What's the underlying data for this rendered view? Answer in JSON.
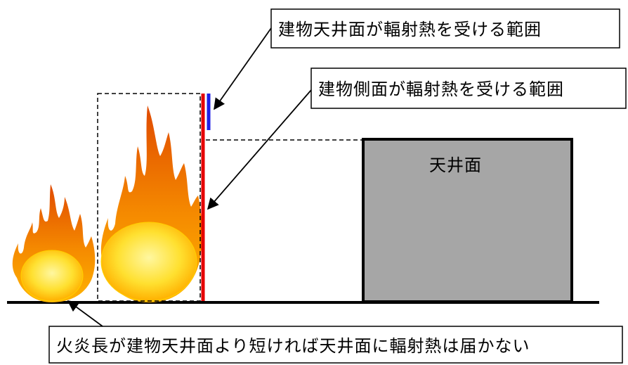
{
  "labels": {
    "ceiling_range": "建物天井面が輻射熱を受ける範囲",
    "side_range": "建物側面が輻射熱を受ける範囲",
    "ceiling_surface": "天井面",
    "note": "火炎長が建物天井面より短ければ天井面に輻射熱は届かない"
  },
  "colors": {
    "ceiling_range_bar": "#1f1fe6",
    "side_range_bar": "#e60000",
    "building_fill": "#a6a6a6",
    "flame_outer": "#f07800",
    "flame_mid": "#ffb000",
    "flame_core": "#ffee40"
  },
  "icons": [
    "flame-icon-small",
    "flame-icon-large"
  ]
}
